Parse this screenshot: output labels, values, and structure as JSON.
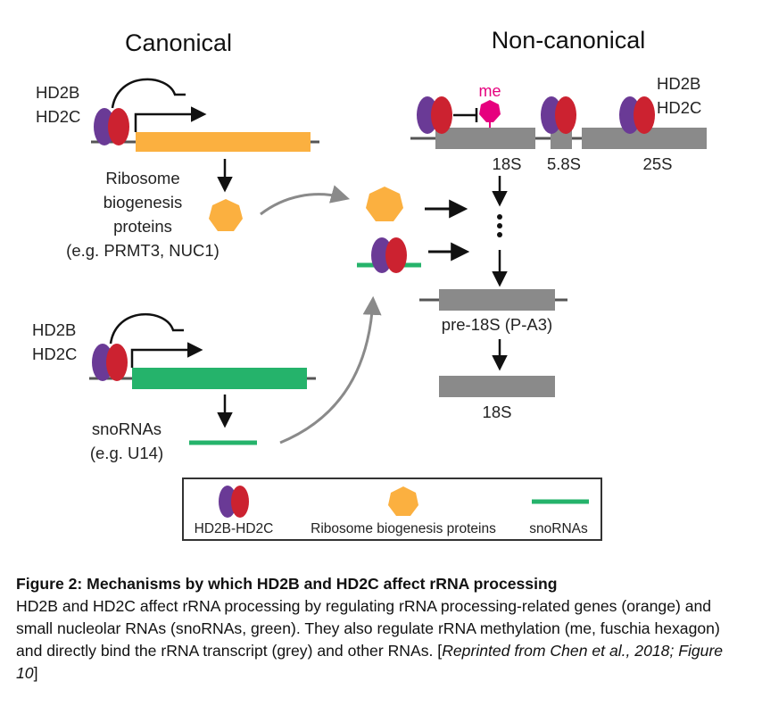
{
  "headers": {
    "canonical": "Canonical",
    "noncanonical": "Non-canonical"
  },
  "canonical": {
    "gene1": {
      "line1": "HD2B",
      "line2": "HD2C"
    },
    "product1": [
      "Ribosome",
      "biogenesis",
      "proteins",
      "(e.g. PRMT3, NUC1)"
    ],
    "gene2": {
      "line1": "HD2B",
      "line2": "HD2C"
    },
    "product2": [
      "snoRNAs",
      "(e.g. U14)"
    ]
  },
  "noncanonical": {
    "me": "me",
    "hd": {
      "line1": "HD2B",
      "line2": "HD2C"
    },
    "rrna": [
      "18S",
      "5.8S",
      "25S"
    ],
    "pre": "pre-18S (P-A3)",
    "final": "18S"
  },
  "legend": {
    "complex": "HD2B-HD2C",
    "proteins": "Ribosome biogenesis proteins",
    "snorna": "snoRNAs"
  },
  "colors": {
    "purple": "#6a3a96",
    "red": "#cc2230",
    "orange": "#fbb040",
    "green": "#25b36b",
    "grey": "#8a8a8a",
    "fuchsia": "#e6007e"
  },
  "caption": {
    "title": "Figure 2:  Mechanisms by which HD2B and HD2C affect rRNA processing",
    "body": "HD2B and HD2C affect rRNA processing by regulating rRNA processing-related genes (orange) and small nucleolar RNAs (snoRNAs, green). They also regulate rRNA methylation (me, fuschia hexagon) and directly bind the rRNA transcript (grey) and other RNAs. [",
    "ref": "Reprinted from Chen et al., 2018; Figure 10",
    "end": "]"
  }
}
